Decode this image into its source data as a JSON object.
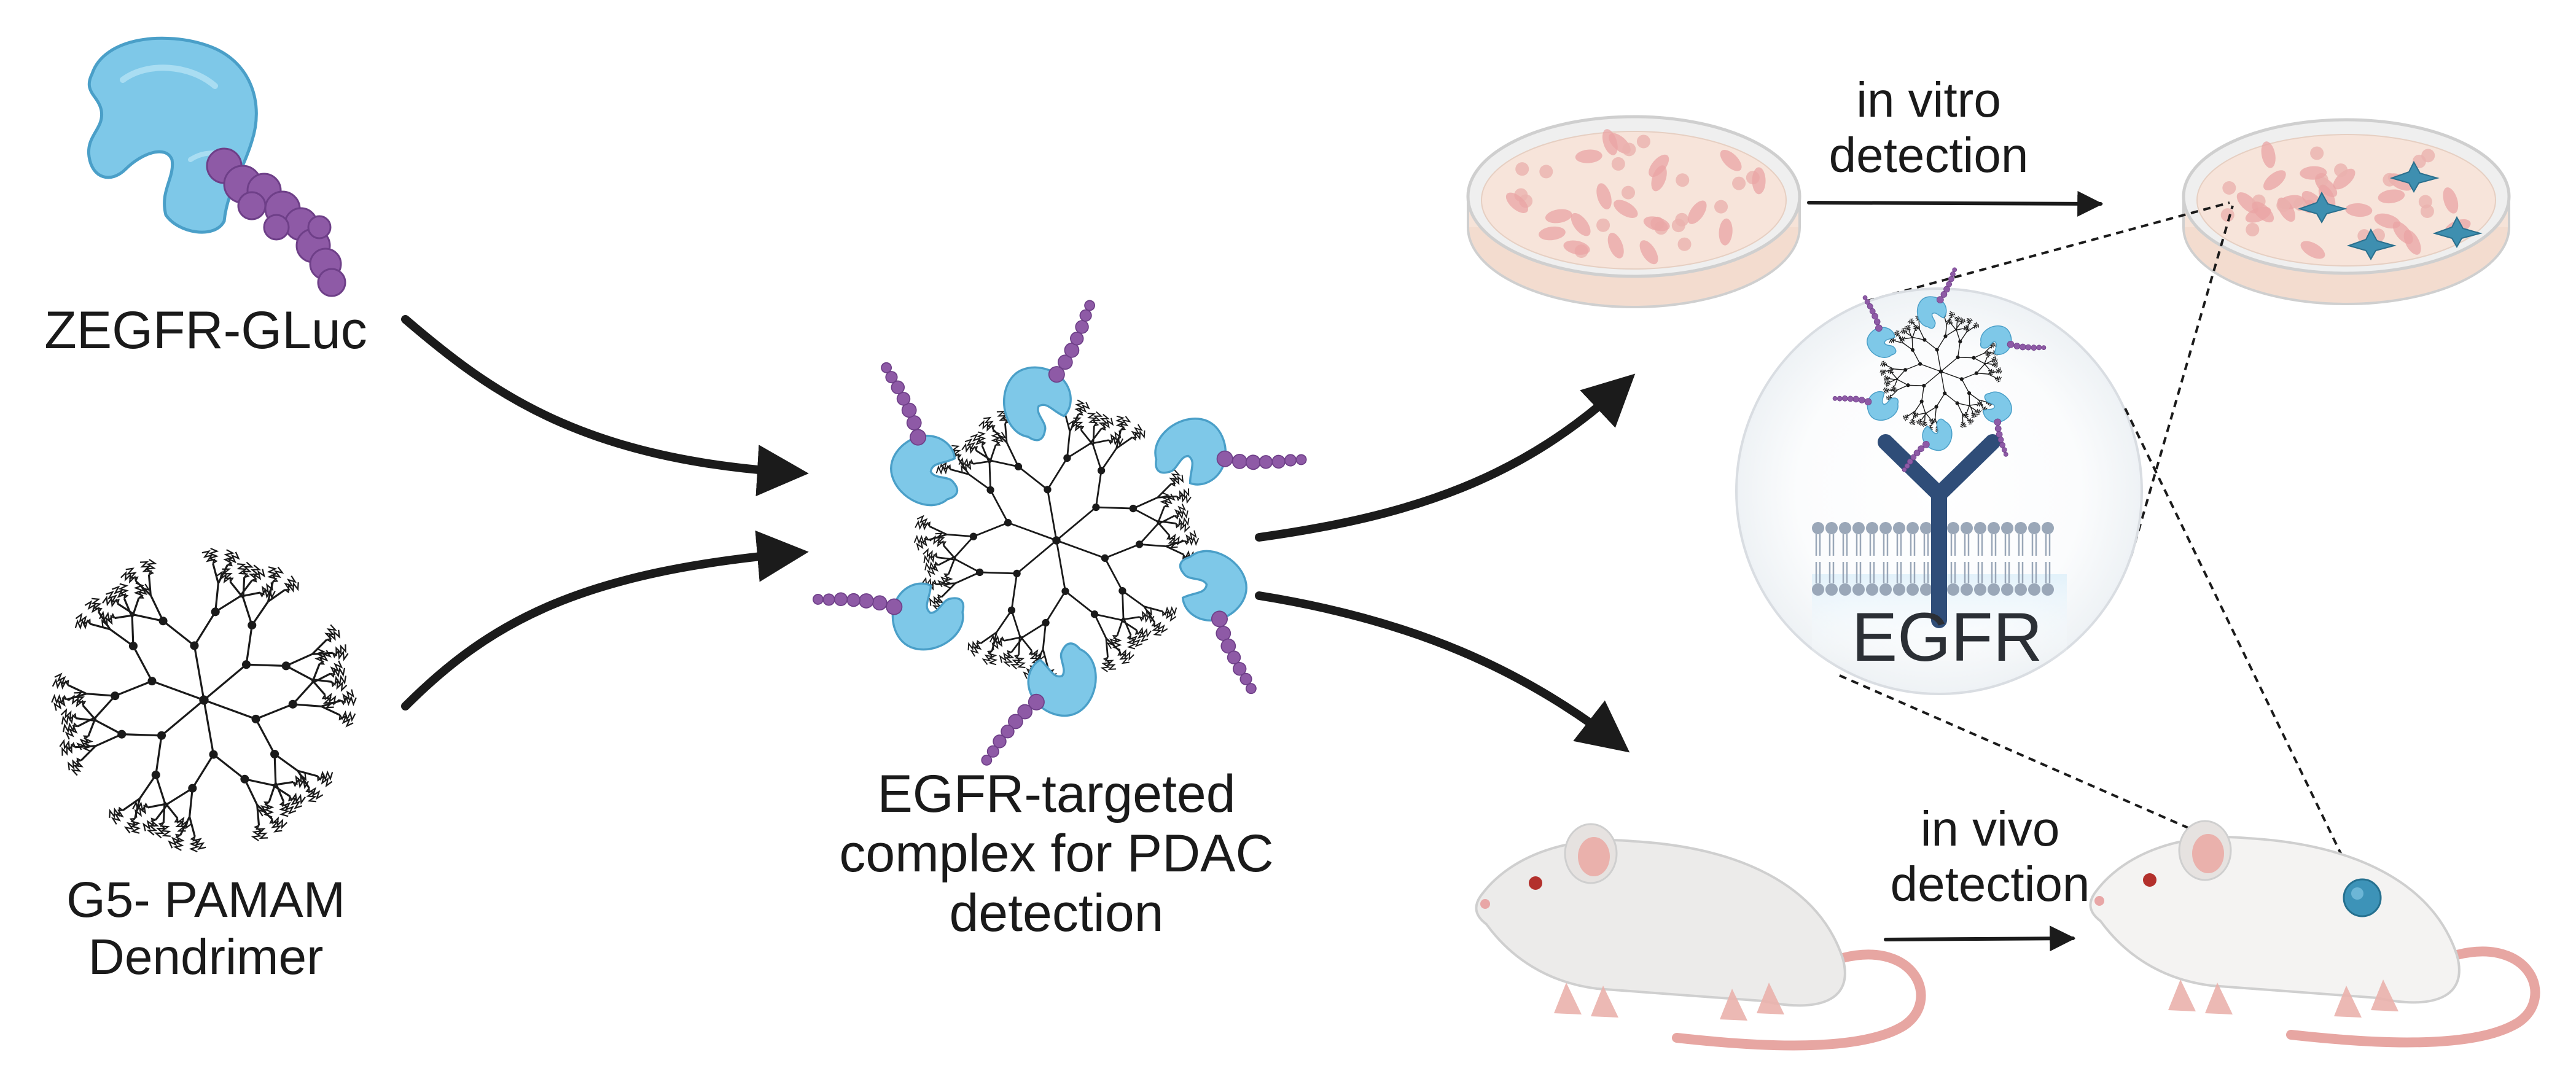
{
  "labels": {
    "zegfr_gluc": [
      "ZEGFR-GLuc"
    ],
    "g5_pamam": [
      "G5- PAMAM",
      "Dendrimer"
    ],
    "complex": [
      "EGFR-targeted",
      "complex for PDAC",
      "detection"
    ],
    "in_vitro": [
      "in vitro",
      "detection"
    ],
    "in_vivo": [
      "in vivo",
      "detection"
    ],
    "egfr": [
      "EGFR"
    ]
  },
  "colors": {
    "protein_blue": "#7ec8e8",
    "protein_blue_dark": "#4a9fc8",
    "peptide_purple": "#8e5aa6",
    "arrow": "#1b1b1b",
    "dish_rim": "#d9d9d9",
    "dish_medium": "#f7e4da",
    "cell_pink": "#e9a4a4",
    "cell_blue": "#3e8fb0",
    "mouse_body": "#f0efee",
    "mouse_ear": "#eab1ac",
    "mouse_tail": "#e7a6a2",
    "tumor": "#3d93b8",
    "membrane": "#9aa7b8",
    "receptor": "#2f4d78"
  }
}
